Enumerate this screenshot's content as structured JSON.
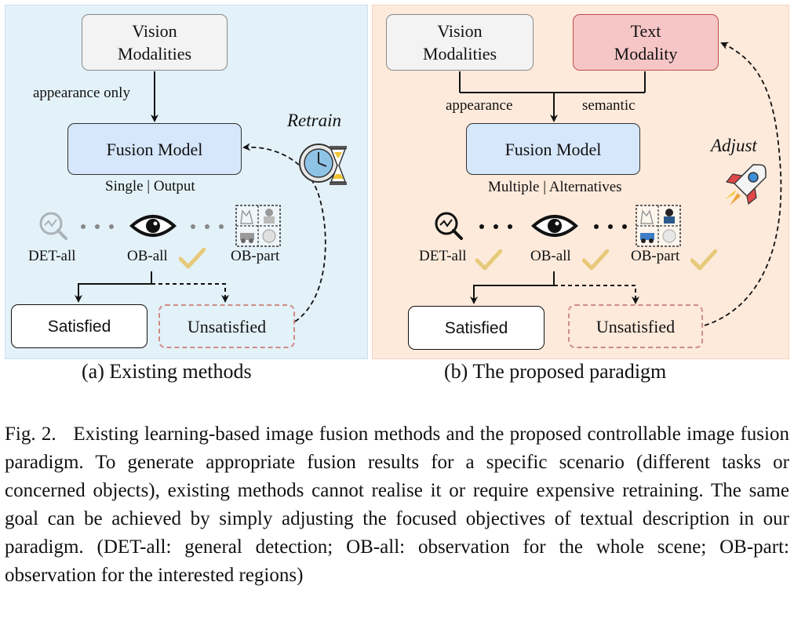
{
  "panel_a": {
    "vision_box": "Vision\nModalities",
    "appearance_label": "appearance only",
    "fusion_box": "Fusion Model",
    "output_label": "Single | Output",
    "retrain_label": "Retrain",
    "det_label": "DET-all",
    "oball_label": "OB-all",
    "obpart_label": "OB-part",
    "satisfied": "Satisfied",
    "unsatisfied": "Unsatisfied",
    "subcaption": "(a) Existing methods"
  },
  "panel_b": {
    "vision_box": "Vision\nModalities",
    "text_box": "Text\nModality",
    "appearance_label": "appearance",
    "semantic_label": "semantic",
    "fusion_box": "Fusion Model",
    "output_label": "Multiple | Alternatives",
    "adjust_label": "Adjust",
    "det_label": "DET-all",
    "oball_label": "OB-all",
    "obpart_label": "OB-part",
    "satisfied": "Satisfied",
    "unsatisfied": "Unsatisfied",
    "subcaption": "(b) The proposed paradigm"
  },
  "caption": {
    "prefix": "Fig. 2.",
    "text": "Existing learning-based image fusion methods and the proposed controllable image fusion paradigm. To generate appropriate fusion results for a specific scenario (different tasks or concerned objects), existing methods cannot realise it or require expensive retraining. The same goal can be achieved by simply adjusting the focused objectives of textual description in our paradigm. (DET-all: general detection; OB-all: observation for the whole scene; OB-part: observation for the interested regions)"
  },
  "colors": {
    "panel_a_bg": "#e3f1f8",
    "panel_b_bg": "#fdeadb",
    "fusion_box": "#d6e6fb",
    "text_box": "#f6c6c6",
    "check": "#e7c97a"
  },
  "icons": [
    "search-icon",
    "eye-icon",
    "image-grid-icon",
    "check-icon",
    "clock-hourglass-icon",
    "rocket-icon"
  ]
}
